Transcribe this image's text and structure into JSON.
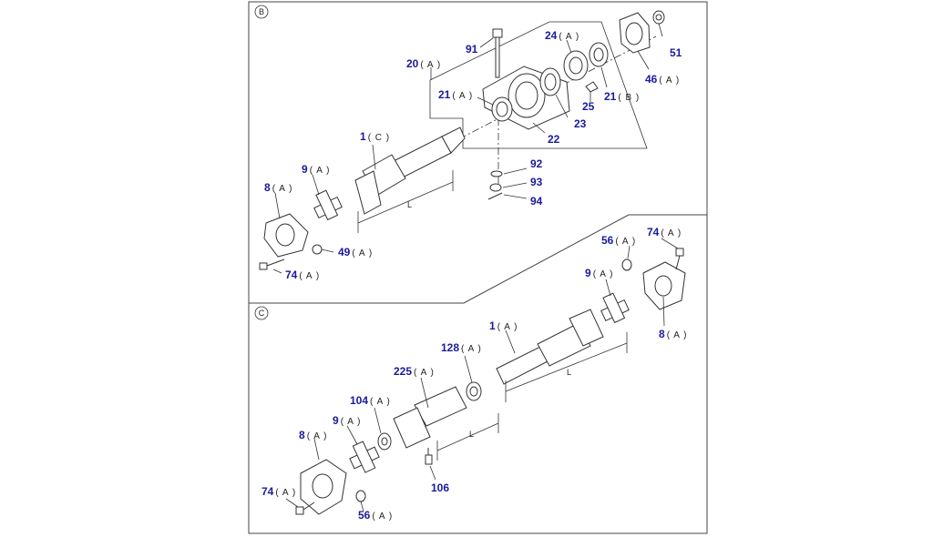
{
  "sections": {
    "b": "B",
    "c": "C"
  },
  "callouts_b": [
    {
      "id": "b-91",
      "num": "91",
      "suffix": ""
    },
    {
      "id": "b-24",
      "num": "24",
      "suffix": "( A )"
    },
    {
      "id": "b-20",
      "num": "20",
      "suffix": "( A )"
    },
    {
      "id": "b-51",
      "num": "51",
      "suffix": ""
    },
    {
      "id": "b-46",
      "num": "46",
      "suffix": "( A )"
    },
    {
      "id": "b-21a",
      "num": "21",
      "suffix": "( A )"
    },
    {
      "id": "b-21b",
      "num": "21",
      "suffix": "( B )"
    },
    {
      "id": "b-25",
      "num": "25",
      "suffix": ""
    },
    {
      "id": "b-23",
      "num": "23",
      "suffix": ""
    },
    {
      "id": "b-22",
      "num": "22",
      "suffix": ""
    },
    {
      "id": "b-1",
      "num": "1",
      "suffix": "( C )"
    },
    {
      "id": "b-92",
      "num": "92",
      "suffix": ""
    },
    {
      "id": "b-93",
      "num": "93",
      "suffix": ""
    },
    {
      "id": "b-94",
      "num": "94",
      "suffix": ""
    },
    {
      "id": "b-9",
      "num": "9",
      "suffix": "( A )"
    },
    {
      "id": "b-8",
      "num": "8",
      "suffix": "( A )"
    },
    {
      "id": "b-49",
      "num": "49",
      "suffix": "( A )"
    },
    {
      "id": "b-74",
      "num": "74",
      "suffix": "( A )"
    }
  ],
  "callouts_c": [
    {
      "id": "c-56a",
      "num": "56",
      "suffix": "( A )"
    },
    {
      "id": "c-74a",
      "num": "74",
      "suffix": "( A )"
    },
    {
      "id": "c-9a",
      "num": "9",
      "suffix": "( A )"
    },
    {
      "id": "c-8a",
      "num": "8",
      "suffix": "( A )"
    },
    {
      "id": "c-1",
      "num": "1",
      "suffix": "( A )"
    },
    {
      "id": "c-128",
      "num": "128",
      "suffix": "( A )"
    },
    {
      "id": "c-225",
      "num": "225",
      "suffix": "( A )"
    },
    {
      "id": "c-104",
      "num": "104",
      "suffix": "( A )"
    },
    {
      "id": "c-9b",
      "num": "9",
      "suffix": "( A )"
    },
    {
      "id": "c-8b",
      "num": "8",
      "suffix": "( A )"
    },
    {
      "id": "c-106",
      "num": "106",
      "suffix": ""
    },
    {
      "id": "c-74b",
      "num": "74",
      "suffix": "( A )"
    },
    {
      "id": "c-56b",
      "num": "56",
      "suffix": "( A )"
    }
  ],
  "dimension_label": "L"
}
